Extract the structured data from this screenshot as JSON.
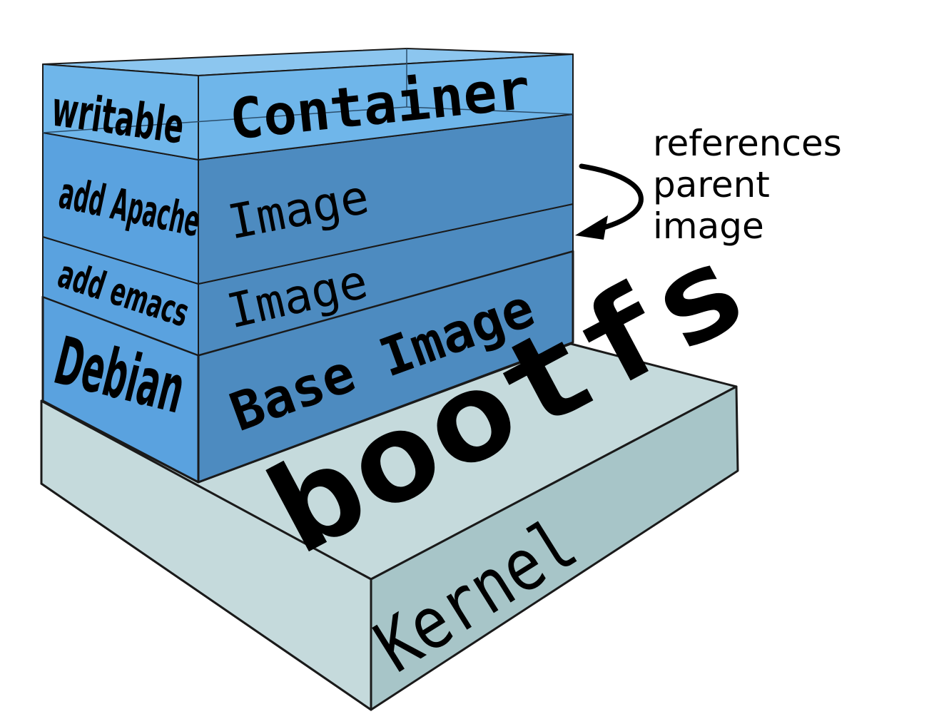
{
  "layers": {
    "container": {
      "side": "writable",
      "front": "Container"
    },
    "apache": {
      "side": "add Apache",
      "front": "Image"
    },
    "emacs": {
      "side": "add emacs",
      "front": "Image"
    },
    "base": {
      "side": "Debian",
      "front": "Base Image"
    },
    "bootfs": {
      "front": "bootfs"
    },
    "kernel": {
      "front": "Kernel"
    }
  },
  "annotation": {
    "line1": "references",
    "line2": "parent",
    "line3": "image"
  },
  "colors": {
    "container": "#6fb6ea",
    "image_front": "#4d8bc0",
    "image_side": "#5aa2df",
    "bootfs_top": "#c5dadc",
    "kernel_front": "#a7c5c8",
    "outline": "#1a1a1a"
  }
}
